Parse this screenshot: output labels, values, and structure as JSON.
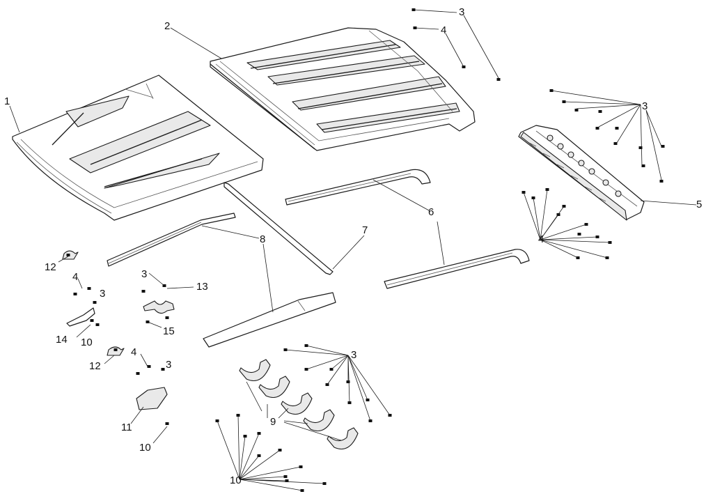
{
  "diagram": {
    "type": "exploded-parts-diagram",
    "callouts": [
      {
        "id": "c1",
        "label": "1"
      },
      {
        "id": "c2",
        "label": "2"
      },
      {
        "id": "c3a",
        "label": "3"
      },
      {
        "id": "c4a",
        "label": "4"
      },
      {
        "id": "c3b",
        "label": "3"
      },
      {
        "id": "c5",
        "label": "5"
      },
      {
        "id": "c6",
        "label": "6"
      },
      {
        "id": "c7",
        "label": "7"
      },
      {
        "id": "c8",
        "label": "8"
      },
      {
        "id": "c4b",
        "label": "4"
      },
      {
        "id": "c12a",
        "label": "12"
      },
      {
        "id": "c4c",
        "label": "4"
      },
      {
        "id": "c3c",
        "label": "3"
      },
      {
        "id": "c3d",
        "label": "3"
      },
      {
        "id": "c13",
        "label": "13"
      },
      {
        "id": "c14",
        "label": "14"
      },
      {
        "id": "c10a",
        "label": "10"
      },
      {
        "id": "c15",
        "label": "15"
      },
      {
        "id": "c12b",
        "label": "12"
      },
      {
        "id": "c4d",
        "label": "4"
      },
      {
        "id": "c3e",
        "label": "3"
      },
      {
        "id": "c3f",
        "label": "3"
      },
      {
        "id": "c9",
        "label": "9"
      },
      {
        "id": "c11",
        "label": "11"
      },
      {
        "id": "c10b",
        "label": "10"
      },
      {
        "id": "c10c",
        "label": "10"
      }
    ]
  }
}
